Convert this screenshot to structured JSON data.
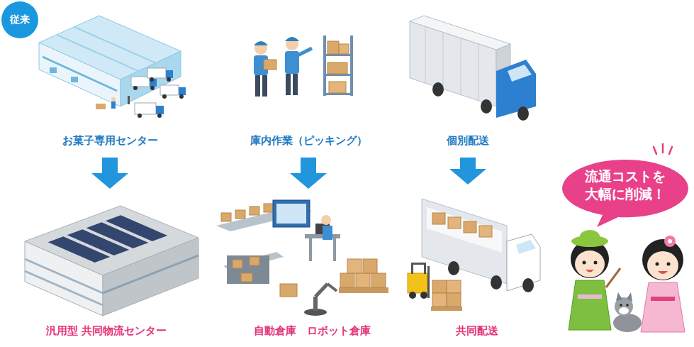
{
  "diagram": {
    "nodes": [
      {
        "text": [
          "従来"
        ]
      },
      {
        "text": [
          "お菓子専用センター"
        ]
      },
      {
        "text": [
          "庫内作業（ピッキング）"
        ]
      },
      {
        "text": [
          "個別配送"
        ]
      },
      {
        "text": [
          "流通コストを 大幅に削減！"
        ]
      },
      {
        "text": [
          "汎用型 共同物流センター"
        ]
      },
      {
        "text": [
          "自動倉庫　ロボット倉庫"
        ]
      },
      {
        "text": [
          "共同配送"
        ]
      }
    ],
    "edges": [
      {
        "from": 1,
        "to": 5,
        "arrow": "to"
      },
      {
        "from": 2,
        "to": 6,
        "arrow": "to"
      },
      {
        "from": 3,
        "to": 7,
        "arrow": "to"
      }
    ]
  }
}
